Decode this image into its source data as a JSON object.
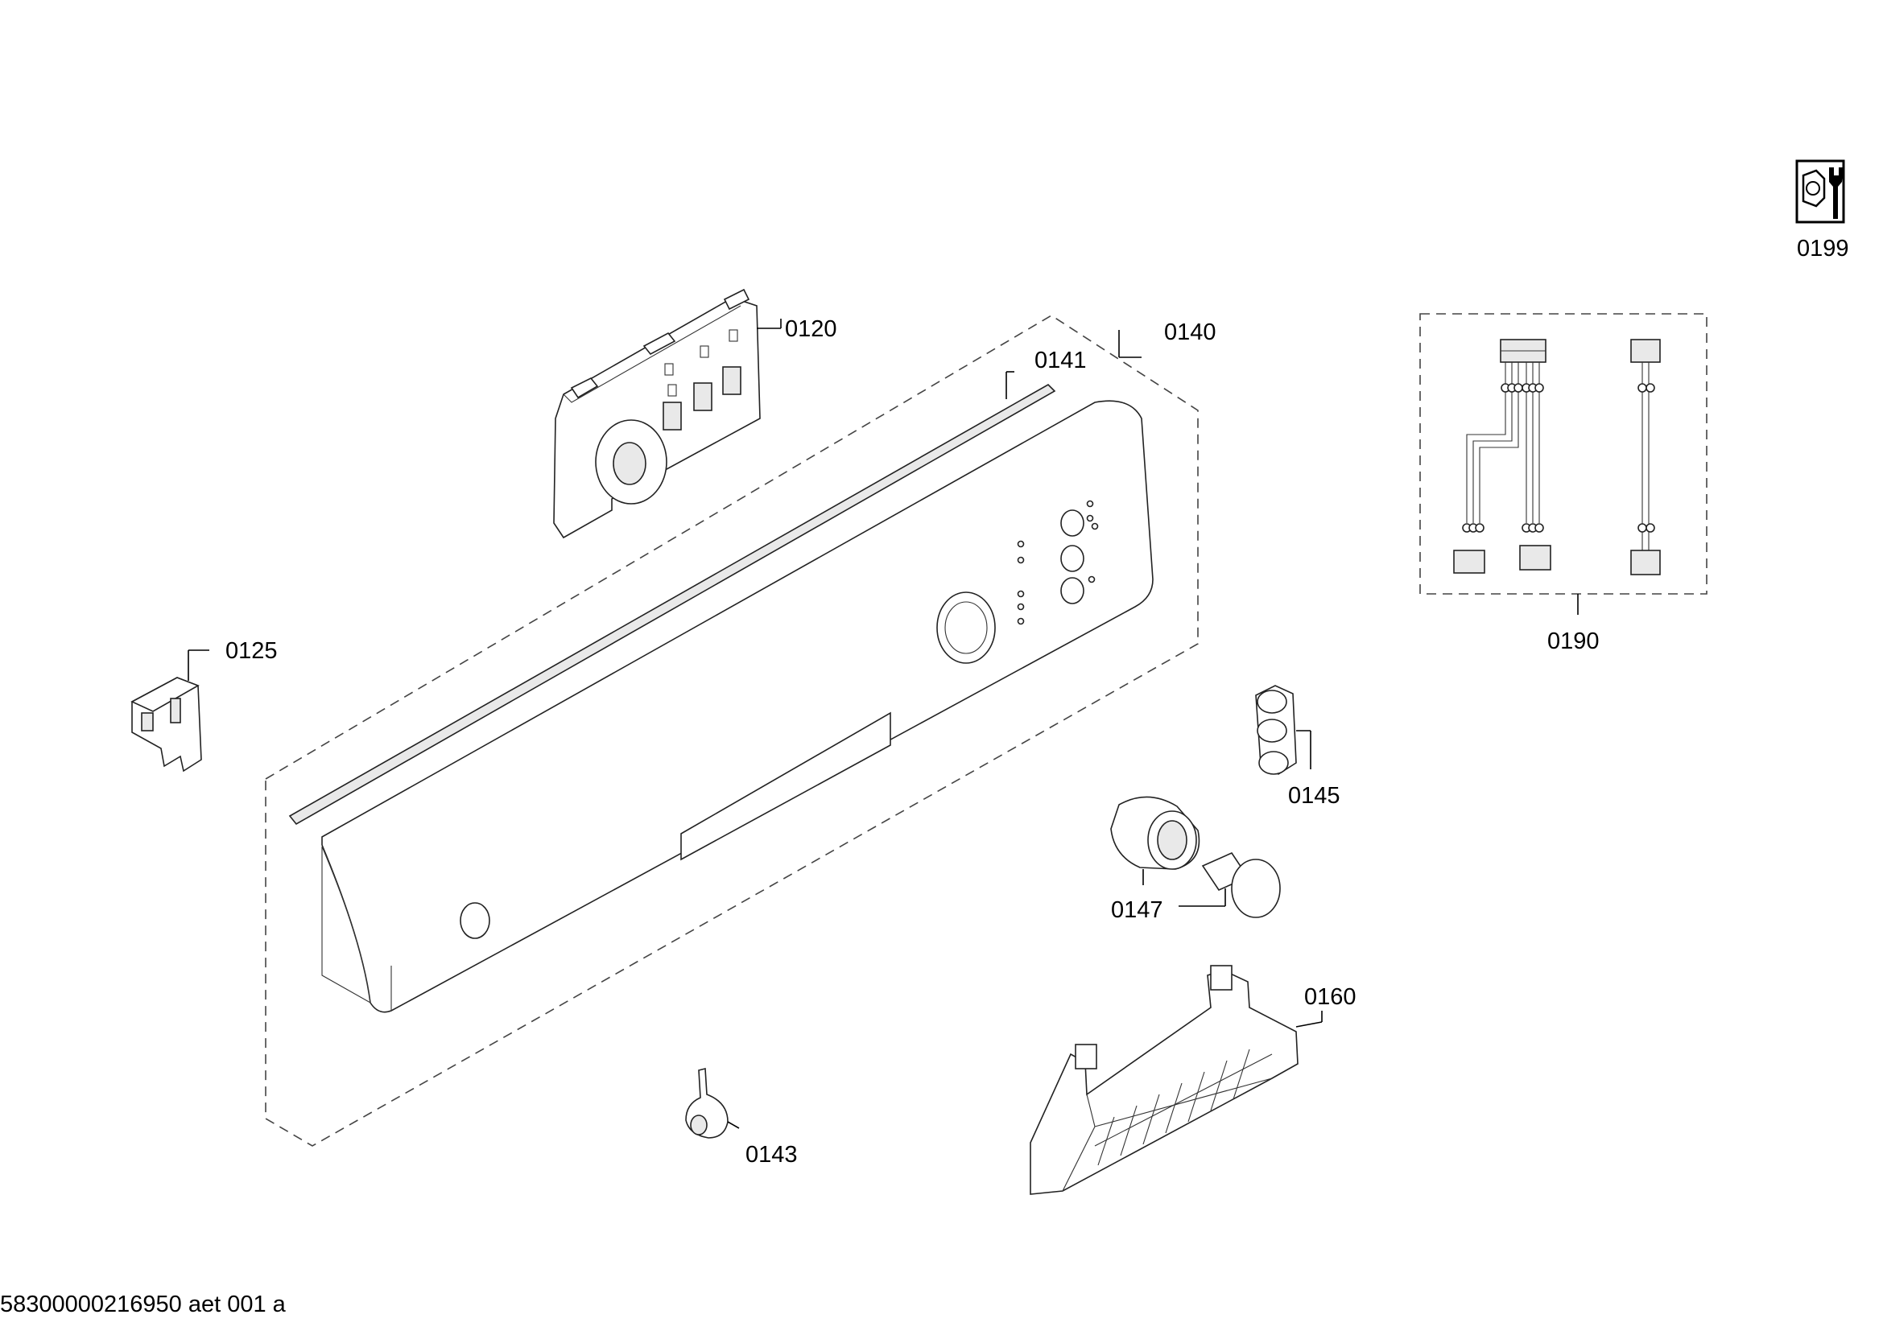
{
  "diagram": {
    "labels": {
      "p0120": "0120",
      "p0125": "0125",
      "p0140": "0140",
      "p0141": "0141",
      "p0143": "0143",
      "p0145": "0145",
      "p0147": "0147",
      "p0160": "0160",
      "p0190": "0190",
      "p0199": "0199"
    },
    "footer_code": "58300000216950 aet 001 a"
  }
}
